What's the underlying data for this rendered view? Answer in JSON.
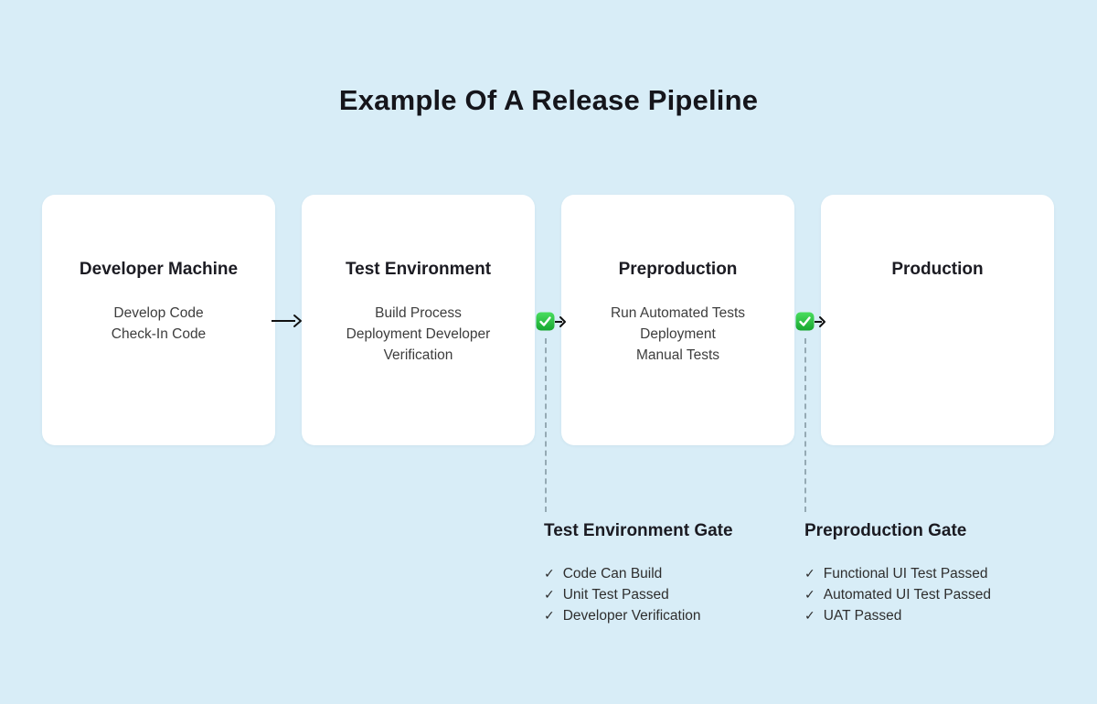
{
  "title": "Example Of A Release Pipeline",
  "stages": [
    {
      "title": "Developer Machine",
      "lines": [
        "Develop Code",
        "Check-In Code"
      ]
    },
    {
      "title": "Test Environment",
      "lines": [
        "Build Process",
        "Deployment Developer",
        "Verification"
      ]
    },
    {
      "title": "Preproduction",
      "lines": [
        "Run Automated Tests",
        "Deployment",
        "Manual Tests"
      ]
    },
    {
      "title": "Production",
      "lines": []
    }
  ],
  "connectors": [
    {
      "icon": "arrow-right-icon"
    },
    {
      "icon": "green-check-icon"
    },
    {
      "icon": "green-check-icon"
    }
  ],
  "gates": [
    {
      "title": "Test Environment Gate",
      "items": [
        "Code Can Build",
        "Unit Test Passed",
        "Developer Verification"
      ]
    },
    {
      "title": "Preproduction Gate",
      "items": [
        "Functional UI Test Passed",
        "Automated UI Test Passed",
        "UAT Passed"
      ]
    }
  ],
  "icons": {
    "check_mark": "✓"
  },
  "colors": {
    "background": "#d8edf7",
    "card": "#ffffff",
    "title_text": "#15151b",
    "body_text": "#3d3d3d",
    "gate_check_green": "#1fb93d",
    "dash_line": "#95aab4"
  }
}
